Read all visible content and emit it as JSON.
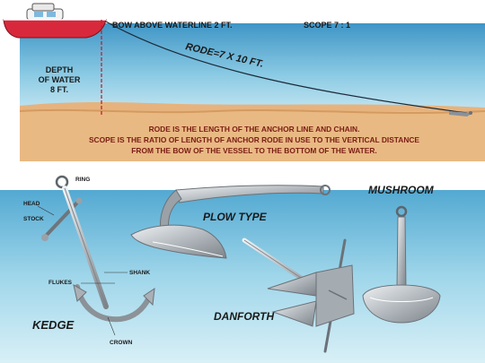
{
  "top": {
    "bow_label": "BOW ABOVE WATERLINE 2 FT.",
    "scope_label": "SCOPE 7 : 1",
    "rode_label": "RODE=7  X 10 FT.",
    "depth_line1": "DEPTH",
    "depth_line2": "OF WATER",
    "depth_line3": "8 FT.",
    "caption_line1": "RODE IS THE LENGTH OF THE ANCHOR LINE AND CHAIN.",
    "caption_line2": "SCOPE IS THE RATIO OF LENGTH OF ANCHOR RODE IN USE TO THE VERTICAL DISTANCE",
    "caption_line3": "FROM THE BOW OF THE VESSEL TO THE BOTTOM OF THE WATER."
  },
  "anchors": {
    "kedge": {
      "name": "KEDGE",
      "ring": "RING",
      "head": "HEAD",
      "stock": "STOCK",
      "shank": "SHANK",
      "flukes": "FLUKES",
      "crown": "CROWN"
    },
    "plow": {
      "name": "PLOW TYPE"
    },
    "danforth": {
      "name": "DANFORTH"
    },
    "mushroom": {
      "name": "MUSHROOM"
    }
  },
  "colors": {
    "boat_hull": "#d8283c",
    "water_top": "#4aa0cc",
    "water_bottom": "#cfeaf4",
    "sand": "#e8b883",
    "caption_text": "#7a1d14",
    "metal": "#b9bfc4"
  }
}
